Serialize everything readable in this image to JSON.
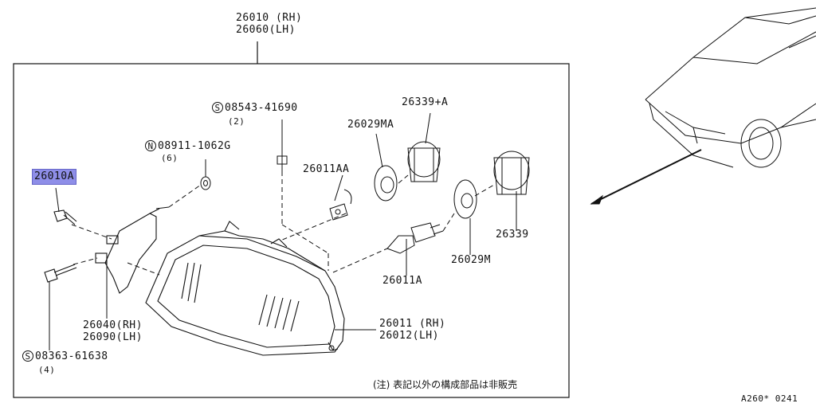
{
  "assembly": {
    "rh": "26010 (RH)",
    "lh": "26060(LH)"
  },
  "highlight": "26010A",
  "bolt_08543": {
    "symbol": "S",
    "code": "08543-41690",
    "qty": "(2)"
  },
  "nut_08911": {
    "symbol": "N",
    "code": "08911-1062G",
    "qty": "(6)"
  },
  "bolt_08363": {
    "symbol": "S",
    "code": "08363-61638",
    "qty": "(4)"
  },
  "bracket": {
    "rh": "26040(RH)",
    "lh": "26090(LH)"
  },
  "housing": {
    "rh": "26011 (RH)",
    "lh": "26012(LH)"
  },
  "parts": {
    "p26029MA": "26029MA",
    "p26339A": "26339+A",
    "p26011AA": "26011AA",
    "p26339": "26339",
    "p26029M": "26029M",
    "p26011A": "26011A"
  },
  "note": "(注) 表記以外の構成部品は非販売",
  "ref_code": "A260* 0241",
  "colors": {
    "highlight": "#8e8ee8",
    "line": "#111111"
  }
}
